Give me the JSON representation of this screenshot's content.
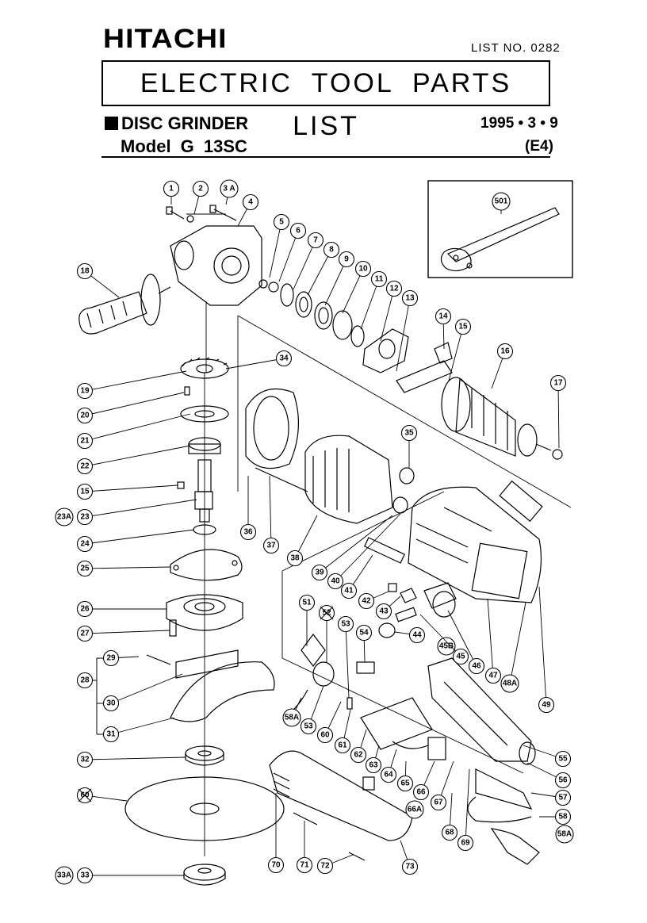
{
  "header": {
    "brand": "HITACHI",
    "list_no": "LIST NO. 0282",
    "title": "ELECTRIC TOOL PARTS LIST",
    "product": "DISC GRINDER",
    "model": "Model G 13SC",
    "date": "1995 • 3 • 9",
    "edition": "(E4)"
  },
  "callouts": [
    {
      "id": "c1",
      "text": "1"
    },
    {
      "id": "c2",
      "text": "2"
    },
    {
      "id": "c3A",
      "text": "3 A"
    },
    {
      "id": "c4",
      "text": "4"
    },
    {
      "id": "c5",
      "text": "5"
    },
    {
      "id": "c6",
      "text": "6"
    },
    {
      "id": "c7",
      "text": "7"
    },
    {
      "id": "c8",
      "text": "8"
    },
    {
      "id": "c9",
      "text": "9"
    },
    {
      "id": "c10",
      "text": "10"
    },
    {
      "id": "c11",
      "text": "11"
    },
    {
      "id": "c12",
      "text": "12"
    },
    {
      "id": "c13",
      "text": "13"
    },
    {
      "id": "c14",
      "text": "14"
    },
    {
      "id": "c15a",
      "text": "15"
    },
    {
      "id": "c16",
      "text": "16"
    },
    {
      "id": "c17",
      "text": "17"
    },
    {
      "id": "c18",
      "text": "18"
    },
    {
      "id": "c19",
      "text": "19"
    },
    {
      "id": "c20",
      "text": "20"
    },
    {
      "id": "c21",
      "text": "21"
    },
    {
      "id": "c22",
      "text": "22"
    },
    {
      "id": "c15b",
      "text": "15"
    },
    {
      "id": "c23A",
      "text": "23A"
    },
    {
      "id": "c23",
      "text": "23"
    },
    {
      "id": "c24",
      "text": "24"
    },
    {
      "id": "c25",
      "text": "25"
    },
    {
      "id": "c26",
      "text": "26"
    },
    {
      "id": "c27",
      "text": "27"
    },
    {
      "id": "c28",
      "text": "28"
    },
    {
      "id": "c29",
      "text": "29"
    },
    {
      "id": "c30",
      "text": "30"
    },
    {
      "id": "c31",
      "text": "31"
    },
    {
      "id": "c32",
      "text": "32"
    },
    {
      "id": "c60",
      "text": "60"
    },
    {
      "id": "c33A",
      "text": "33A"
    },
    {
      "id": "c33",
      "text": "33"
    },
    {
      "id": "c34",
      "text": "34"
    },
    {
      "id": "c35",
      "text": "35"
    },
    {
      "id": "c36",
      "text": "36"
    },
    {
      "id": "c37",
      "text": "37"
    },
    {
      "id": "c38",
      "text": "38"
    },
    {
      "id": "c39",
      "text": "39"
    },
    {
      "id": "c40",
      "text": "40"
    },
    {
      "id": "c41",
      "text": "41"
    },
    {
      "id": "c42",
      "text": "42"
    },
    {
      "id": "c43",
      "text": "43"
    },
    {
      "id": "c44",
      "text": "44"
    },
    {
      "id": "c45B",
      "text": "45B"
    },
    {
      "id": "c45",
      "text": "45"
    },
    {
      "id": "c46",
      "text": "46"
    },
    {
      "id": "c47",
      "text": "47"
    },
    {
      "id": "c48A",
      "text": "48A"
    },
    {
      "id": "c49",
      "text": "49"
    },
    {
      "id": "c51",
      "text": "51"
    },
    {
      "id": "c52",
      "text": "52"
    },
    {
      "id": "c53a",
      "text": "53"
    },
    {
      "id": "c54",
      "text": "54"
    },
    {
      "id": "c58Aa",
      "text": "58A"
    },
    {
      "id": "c53b",
      "text": "53"
    },
    {
      "id": "c60b",
      "text": "60"
    },
    {
      "id": "c61",
      "text": "61"
    },
    {
      "id": "c62",
      "text": "62"
    },
    {
      "id": "c63",
      "text": "63"
    },
    {
      "id": "c64",
      "text": "64"
    },
    {
      "id": "c65",
      "text": "65"
    },
    {
      "id": "c66",
      "text": "66"
    },
    {
      "id": "c66A",
      "text": "66A"
    },
    {
      "id": "c67",
      "text": "67"
    },
    {
      "id": "c68",
      "text": "68"
    },
    {
      "id": "c69",
      "text": "69"
    },
    {
      "id": "c55",
      "text": "55"
    },
    {
      "id": "c56",
      "text": "56"
    },
    {
      "id": "c57",
      "text": "57"
    },
    {
      "id": "c58",
      "text": "58"
    },
    {
      "id": "c58Ab",
      "text": "58A"
    },
    {
      "id": "c70",
      "text": "70"
    },
    {
      "id": "c71",
      "text": "71"
    },
    {
      "id": "c72",
      "text": "72"
    },
    {
      "id": "c73",
      "text": "73"
    },
    {
      "id": "c501",
      "text": "501"
    }
  ]
}
